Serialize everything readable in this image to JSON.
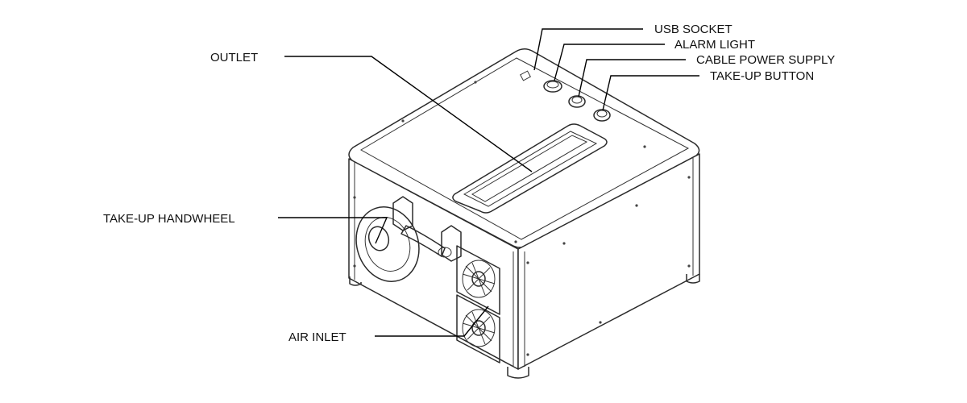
{
  "labels": {
    "usb_socket": "USB SOCKET",
    "alarm_light": "ALARM LIGHT",
    "cable_power_supply": "CABLE POWER SUPPLY",
    "take_up_button": "TAKE-UP BUTTON",
    "outlet": "OUTLET",
    "take_up_handwheel": "TAKE-UP HANDWHEEL",
    "air_inlet": "AIR INLET"
  },
  "colors": {
    "line": "#000000",
    "background": "#ffffff"
  }
}
